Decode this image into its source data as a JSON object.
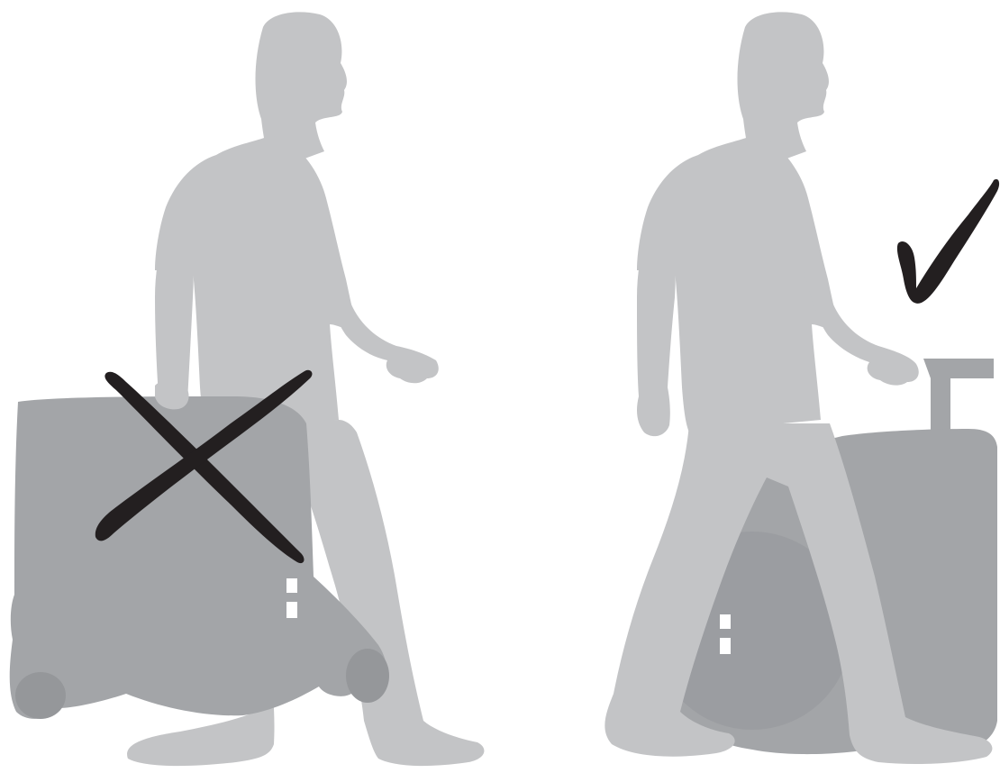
{
  "scene": {
    "panels": [
      {
        "id": "incorrect",
        "verdict_symbol": "cross-mark-icon",
        "object": "folded-stroller-carried-by-hand",
        "person": "walking-man-silhouette"
      },
      {
        "id": "correct",
        "verdict_symbol": "check-mark-icon",
        "object": "folded-stroller-pulled-by-handle",
        "person": "walking-man-silhouette"
      }
    ]
  },
  "colors": {
    "background": "#ffffff",
    "person": "#c3c4c6",
    "stroller": "#a3a5a8",
    "stroller_shadow": "#95979a",
    "mark": "#231f20"
  }
}
